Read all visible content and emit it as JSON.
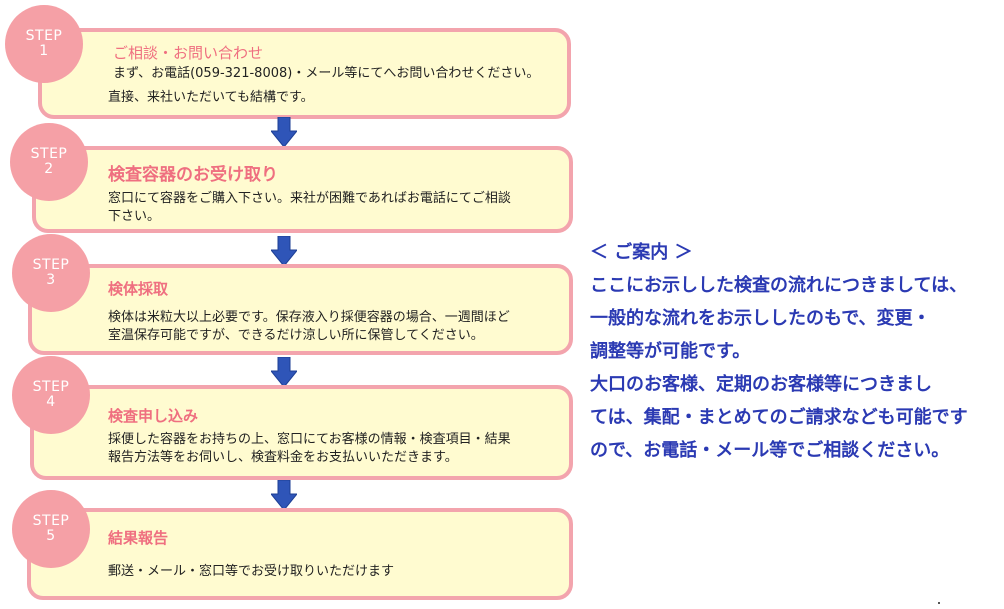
{
  "steps": [
    {
      "label": "STEP",
      "number": "1",
      "title": "ご相談・お問い合わせ",
      "lines": [
        "まず、お電話(059-321-8008)・メール等にてへお問い合わせください。",
        "直接、来社いただいても結構です。"
      ]
    },
    {
      "label": "STEP",
      "number": "2",
      "title": "検査容器のお受け取り",
      "lines": [
        "窓口にて容器をご購入下さい。来社が困難であればお電話にてご相談",
        "下さい。"
      ]
    },
    {
      "label": "STEP",
      "number": "3",
      "title": "検体採取",
      "lines": [
        "検体は米粒大以上必要です。保存液入り採便容器の場合、一週間ほど",
        "室温保存可能ですが、できるだけ涼しい所に保管してください。"
      ]
    },
    {
      "label": "STEP",
      "number": "4",
      "title": "検査申し込み",
      "lines": [
        "採便した容器をお持ちの上、窓口にてお客様の情報・検査項目・結果",
        "報告方法等をお伺いし、検査料金をお支払いいただきます。"
      ]
    },
    {
      "label": "STEP",
      "number": "5",
      "title": "結果報告",
      "lines": [
        "郵送・メール・窓口等でお受け取りいただけます"
      ]
    }
  ],
  "guide": {
    "heading": "＜ ご案内 ＞",
    "lines": [
      "ここにお示しした検査の流れにつきましては、",
      "一般的な流れをお示ししたのもで、変更・",
      "調整等が可能です。",
      "大口のお客様、定期のお客様等につきまし",
      "ては、集配・まとめてのご請求なども可能です",
      "ので、お電話・メール等でご相談ください。"
    ]
  },
  "colors": {
    "box_fill": "#fffbd0",
    "box_border": "#f3a4ad",
    "circle": "#f5a0a6",
    "title": "#ef6f80",
    "arrow": "#2f55b8",
    "guide_text": "#2b3ab3"
  },
  "icons": {
    "arrow": "down-arrow-icon"
  }
}
